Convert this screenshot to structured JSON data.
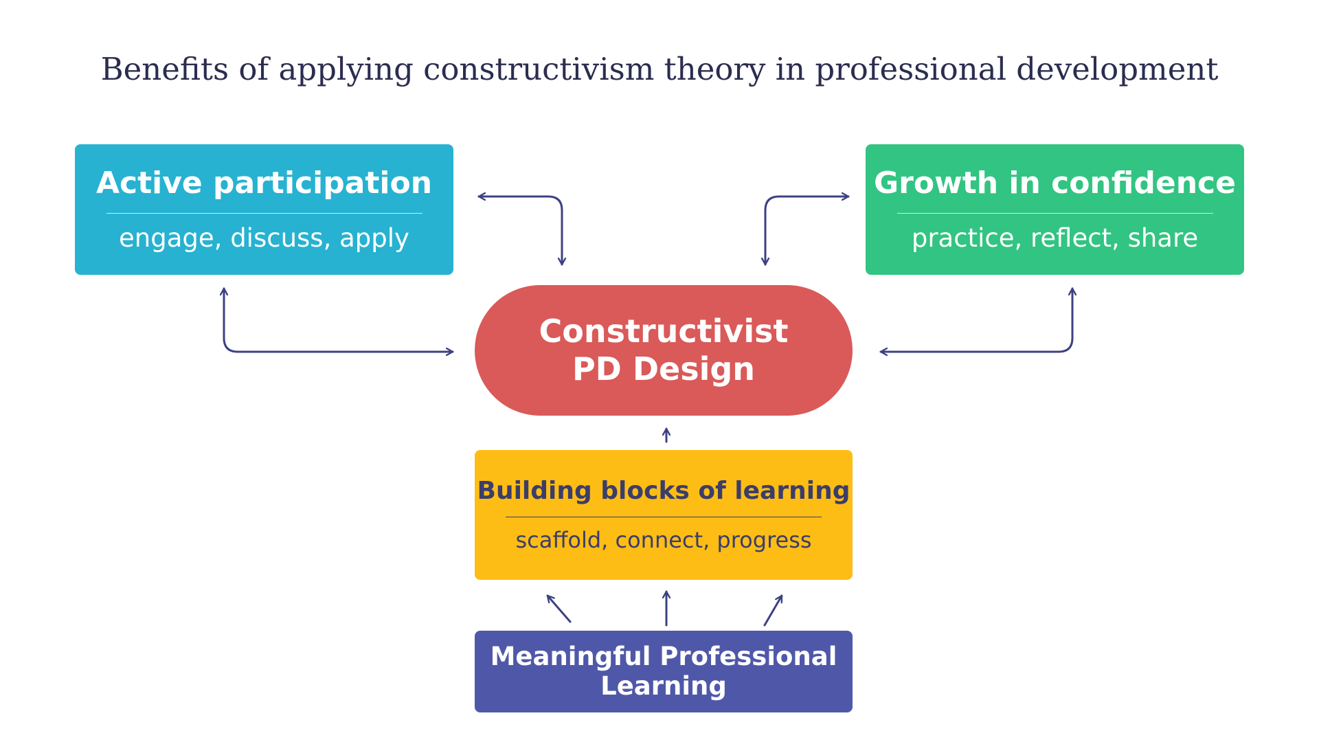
{
  "title": "Benefits of applying constructivism theory in professional development",
  "nodes": {
    "active": {
      "heading": "Active participation",
      "sub": "engage, discuss, apply",
      "color": "#27B2D1"
    },
    "growth": {
      "heading": "Growth in confidence",
      "sub": "practice, reflect, share",
      "color": "#32C482"
    },
    "center": {
      "heading_line1": "Constructivist",
      "heading_line2": "PD Design",
      "color": "#D95A59"
    },
    "building": {
      "heading": "Building blocks of learning",
      "sub": "scaffold, connect, progress",
      "color": "#FDBD15"
    },
    "meaningful": {
      "heading_line1": "Meaningful Professional",
      "heading_line2": "Learning",
      "color": "#4F58A8"
    }
  },
  "edges": [
    {
      "from": "center",
      "to": "active"
    },
    {
      "from": "active",
      "to": "center"
    },
    {
      "from": "center",
      "to": "growth"
    },
    {
      "from": "growth",
      "to": "center"
    },
    {
      "from": "building",
      "to": "center"
    },
    {
      "from": "meaningful",
      "to": "building"
    }
  ],
  "colors": {
    "arrow": "#3D4182",
    "title": "#2b2d4f"
  }
}
